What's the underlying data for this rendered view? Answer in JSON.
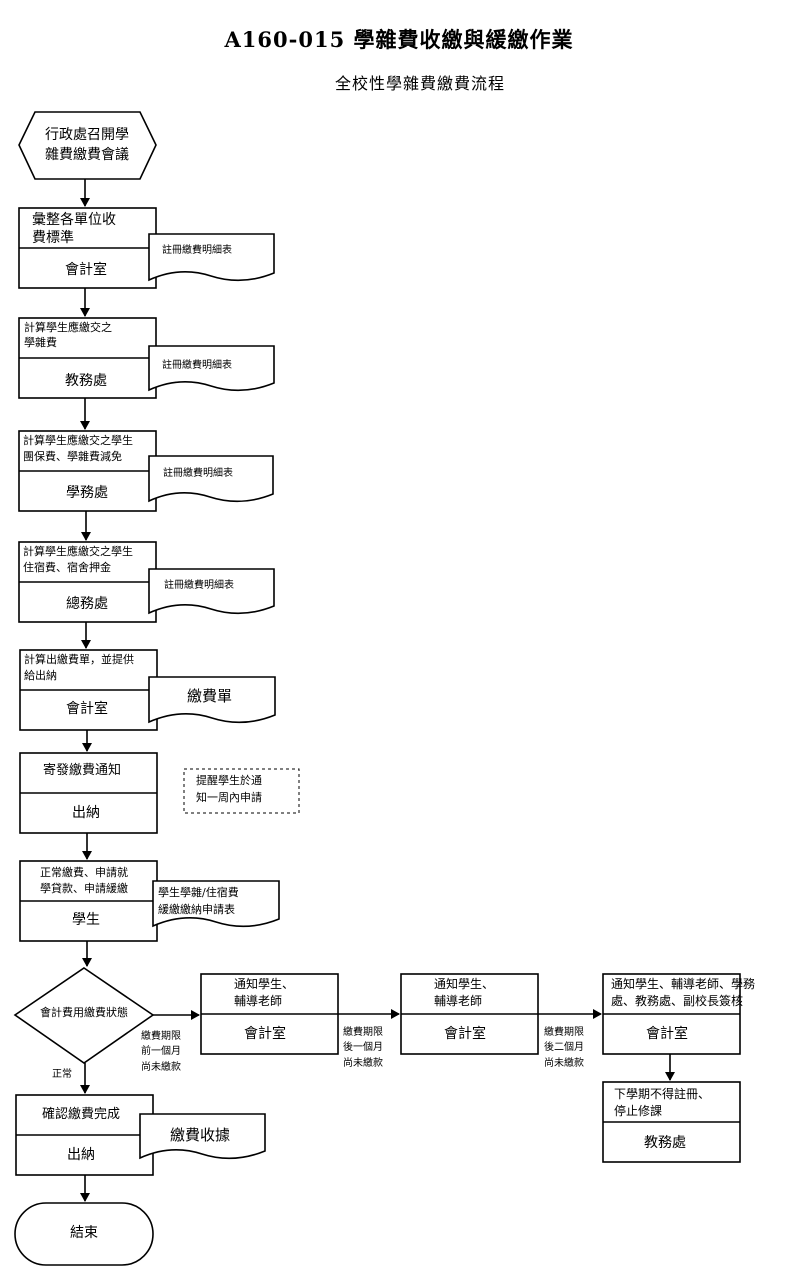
{
  "title": "A160-015 學雜費收繳與緩繳作業",
  "subtitle": "全校性學雜費繳費流程",
  "start": {
    "line1": "行政處召開學",
    "line2": "雜費繳費會議"
  },
  "steps": [
    {
      "task1": "彙整各單位收",
      "task2": "費標準",
      "unit": "會計室",
      "doc": "註冊繳費明細表"
    },
    {
      "task1": "計算學生應繳交之",
      "task2": "學雜費",
      "unit": "教務處",
      "doc": "註冊繳費明細表"
    },
    {
      "task1": "計算學生應繳交之學生",
      "task2": "團保費、學雜費減免",
      "unit": "學務處",
      "doc": "註冊繳費明細表"
    },
    {
      "task1": "計算學生應繳交之學生",
      "task2": "住宿費、宿舍押金",
      "unit": "總務處",
      "doc": "註冊繳費明細表"
    },
    {
      "task1": "計算出繳費單，並提供",
      "task2": "給出納",
      "unit": "會計室",
      "doc": "繳費單"
    },
    {
      "task1": "寄發繳費通知",
      "task2": "",
      "unit": "出納",
      "doc": ""
    },
    {
      "task1": "正常繳費、申請就",
      "task2": "學貸款、申請緩繳",
      "unit": "學生",
      "doc1": "學生學雜/住宿費",
      "doc2": "緩繳繳納申請表"
    }
  ],
  "note": {
    "line1": "提醒學生於通",
    "line2": "知一周內申請"
  },
  "decision": {
    "label": "會計費用繳費狀態",
    "yes_label": "正常"
  },
  "branches": [
    {
      "condition": [
        "繳費期限",
        "前一個月",
        "尚未繳款"
      ],
      "task1": "通知學生、",
      "task2": "輔導老師",
      "unit": "會計室"
    },
    {
      "condition": [
        "繳費期限",
        "後一個月",
        "尚未繳款"
      ],
      "task1": "通知學生、",
      "task2": "輔導老師",
      "unit": "會計室"
    },
    {
      "condition": [
        "繳費期限",
        "後二個月",
        "尚未繳款"
      ],
      "task1": "通知學生、輔導老師、學務",
      "task2": "處、教務處、副校長簽核",
      "unit": "會計室"
    }
  ],
  "suspend": {
    "task1": "下學期不得註冊、",
    "task2": "停止修課",
    "unit": "教務處"
  },
  "confirm": {
    "task": "確認繳費完成",
    "unit": "出納",
    "doc": "繳費收據"
  },
  "end": "結束"
}
